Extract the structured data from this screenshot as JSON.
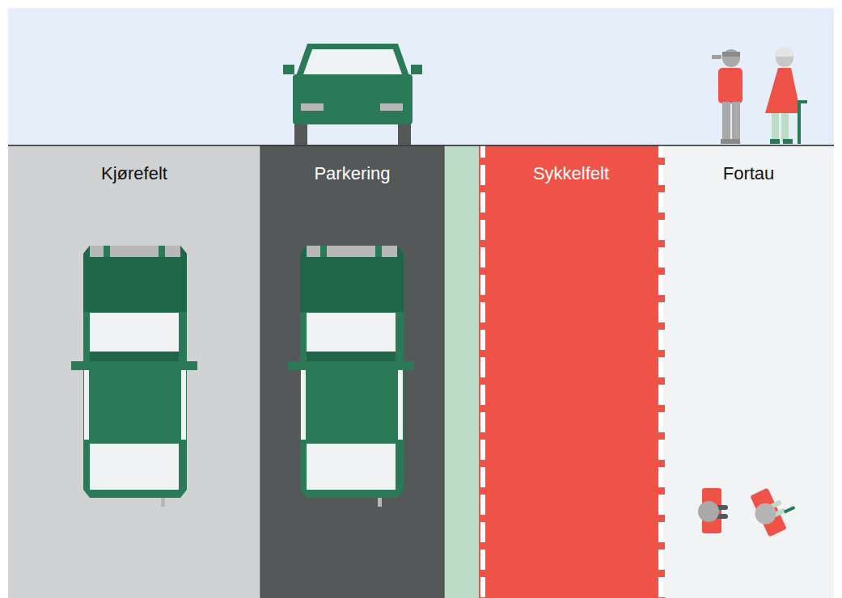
{
  "diagram": {
    "nodes": [
      {
        "text": [
          "Kjørefelt"
        ]
      },
      {
        "text": [
          "Parkering"
        ]
      },
      {
        "text": [
          "Sykkelfelt"
        ]
      },
      {
        "text": [
          "Fortau"
        ]
      }
    ]
  }
}
